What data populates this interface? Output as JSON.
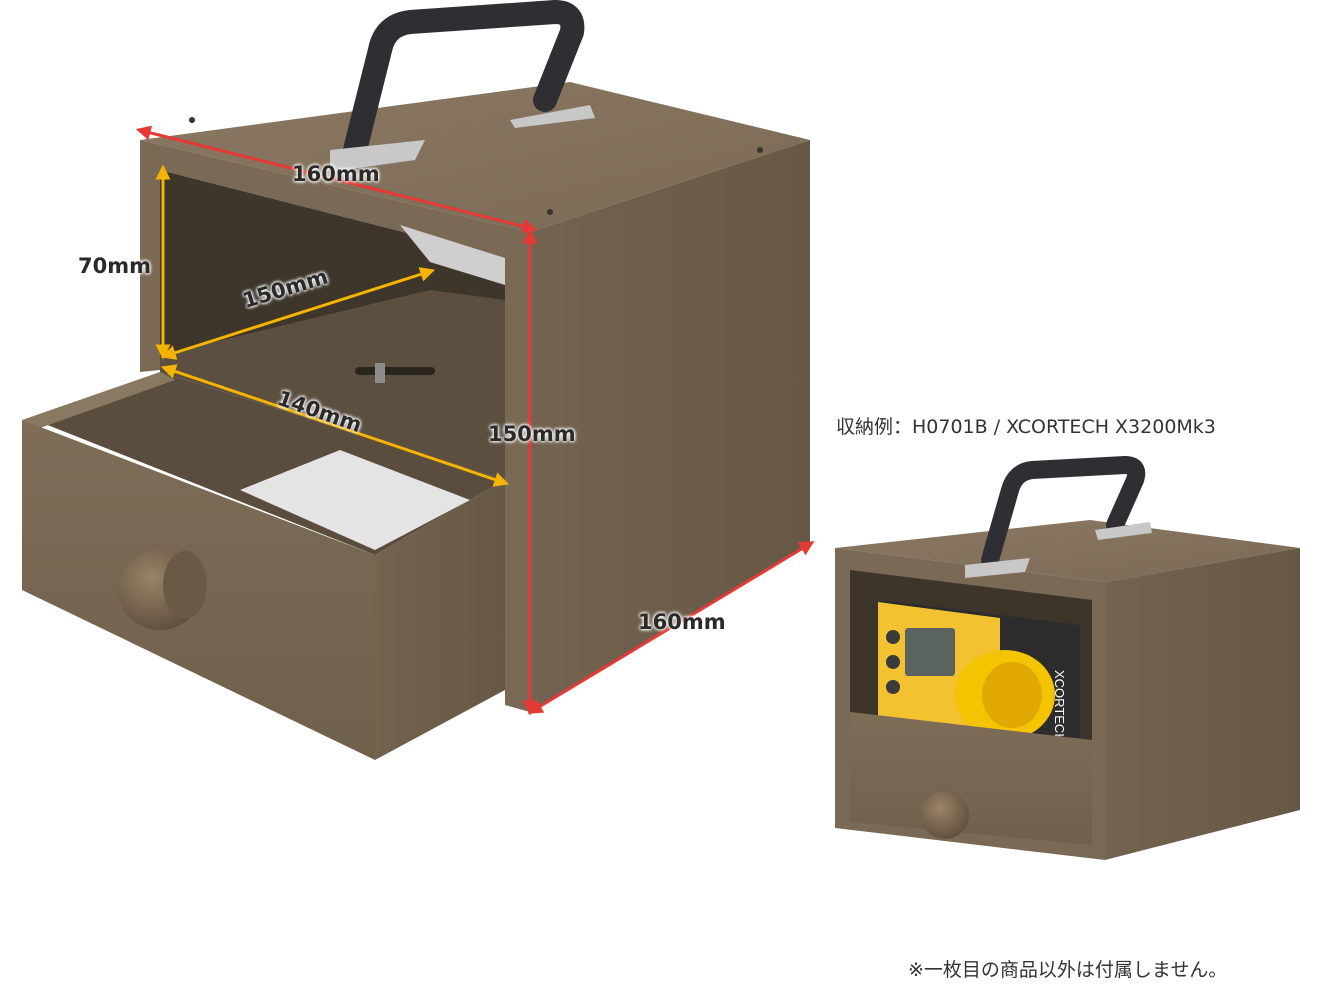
{
  "labels": {
    "top_width": "160mm",
    "inner_height": "70mm",
    "inner_depth": "150mm",
    "drawer_depth": "140mm",
    "outer_height": "150mm",
    "outer_depth": "160mm"
  },
  "caption": "収納例：H0701B / XCORTECH X3200Mk3",
  "footnote": "※一枚目の商品以外は付属しません。",
  "device": {
    "brand": "XCORTECH"
  },
  "colors": {
    "wood_front": "#7a6a55",
    "wood_side": "#6e5f4c",
    "wood_top": "#85745d",
    "dimension_red": "#e53935",
    "dimension_yellow": "#f4b400",
    "device_yellow": "#f2c230"
  }
}
